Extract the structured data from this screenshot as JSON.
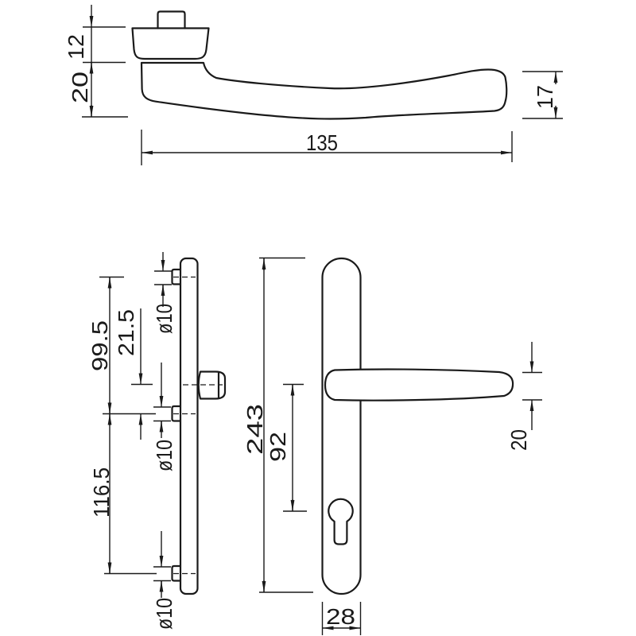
{
  "drawing": {
    "kind": "door-handle-technical-drawing",
    "colors": {
      "line": "#1a1a1a",
      "background": "#ffffff"
    },
    "views": {
      "lever_side": {
        "dims": {
          "cap_height": "12",
          "projection": "20",
          "length": "135",
          "end_height": "17"
        }
      },
      "plate_side": {
        "dims": {
          "top_fixing_spacing": "99.5",
          "hub_to_fixing_offset": "21.5",
          "bottom_fixing_spacing": "116.5",
          "boss_dia_top": "ø10",
          "boss_dia_mid": "ø10",
          "boss_dia_bottom": "ø10"
        }
      },
      "plate_front": {
        "dims": {
          "plate_length": "243",
          "handle_to_cylinder": "92",
          "grip_height": "20",
          "plate_width": "28"
        }
      }
    }
  }
}
